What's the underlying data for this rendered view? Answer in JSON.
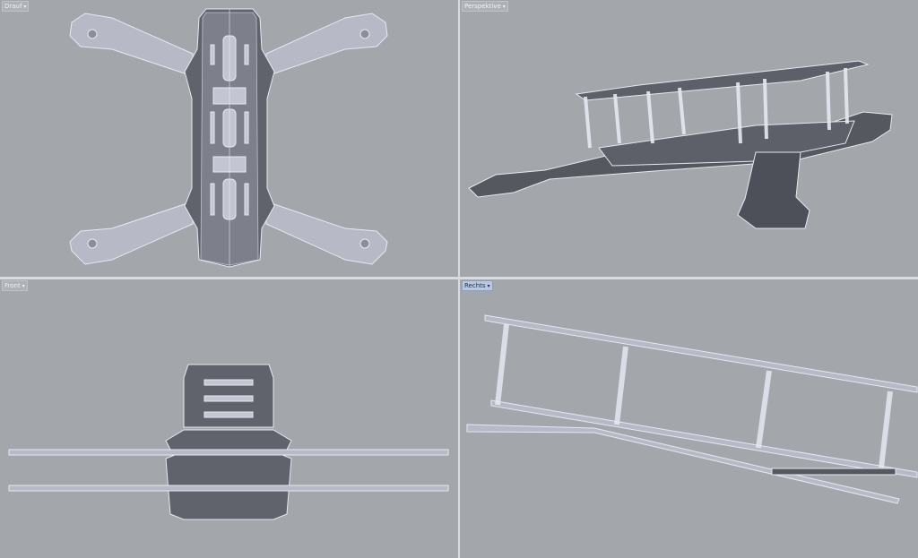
{
  "viewports": [
    {
      "title": "Drauf",
      "active": false
    },
    {
      "title": "Perspektive",
      "active": false
    },
    {
      "title": "Front",
      "active": false
    },
    {
      "title": "Rechts",
      "active": true
    }
  ],
  "icons": {
    "menu": "dropdown-arrow-icon"
  },
  "colors": {
    "background": "#a3a7ac",
    "edge": "#e4e6f0",
    "plate": "#5f626b",
    "arm": "#b9bcc8",
    "active_label": "#b9c8dc"
  }
}
